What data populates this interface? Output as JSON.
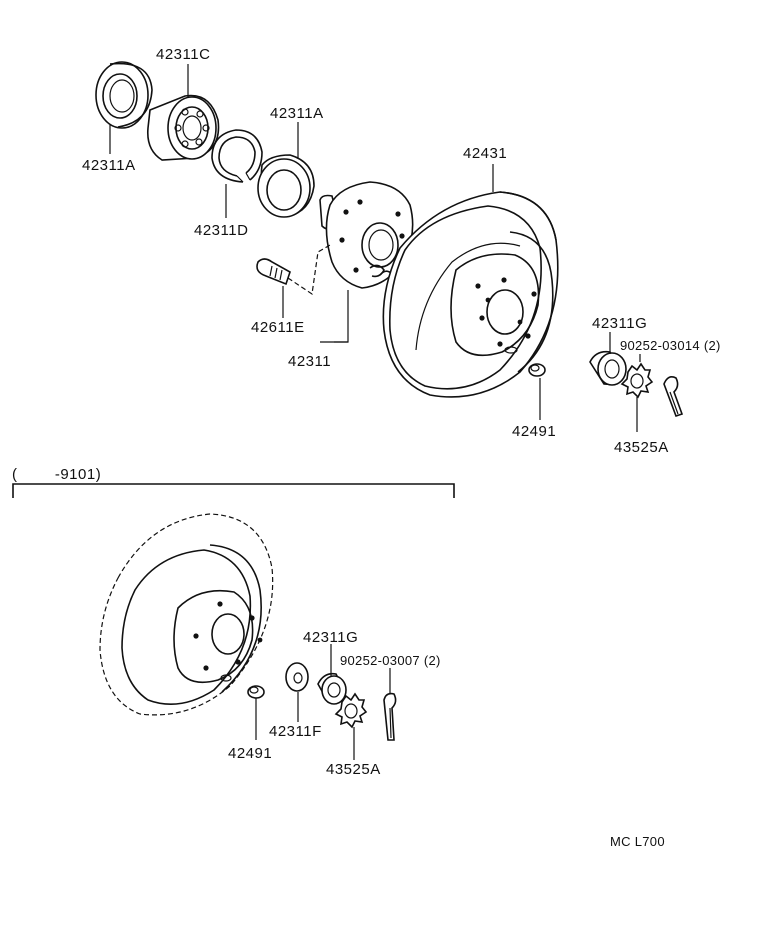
{
  "labels": {
    "p42311C": "42311C",
    "p42311A_left": "42311A",
    "p42311A_right": "42311A",
    "p42311D": "42311D",
    "p42431": "42431",
    "p42611E": "42611E",
    "p42311": "42311",
    "p42311G_top": "42311G",
    "p90252_03014": "90252-03014 (2)",
    "p42491_top": "42491",
    "p43525A_top": "43525A",
    "range_note": "(        -9101)",
    "p42311G_bottom": "42311G",
    "p90252_03007": "90252-03007 (2)",
    "p42311F": "42311F",
    "p42491_bottom": "42491",
    "p43525A_bottom": "43525A",
    "diagram_code": "MC L700"
  },
  "colors": {
    "ink": "#111111",
    "paper": "#ffffff"
  }
}
